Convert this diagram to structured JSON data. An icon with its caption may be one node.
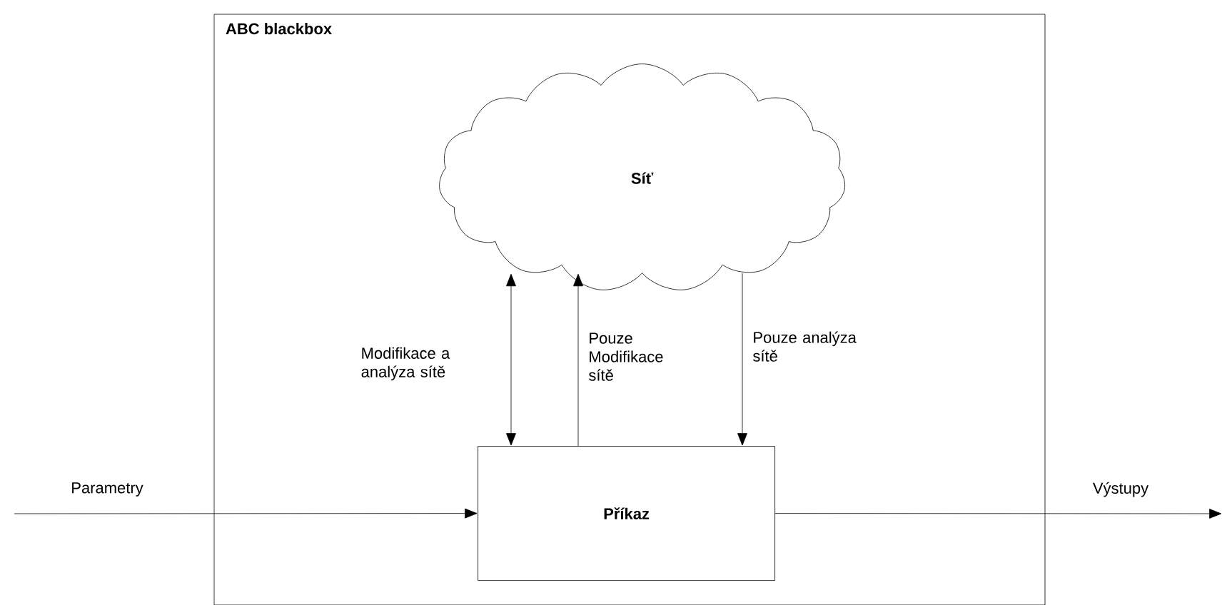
{
  "diagram": {
    "nodes": [
      {
        "text": [
          "ABC blackbox"
        ]
      },
      {
        "text": [
          "Síť"
        ],
        "in": 0
      },
      {
        "text": [
          "Příkaz"
        ],
        "in": 0
      }
    ],
    "edges": [
      {
        "from": null,
        "to": 2,
        "arrow": "to",
        "label": "Parametry"
      },
      {
        "from": 2,
        "to": null,
        "arrow": "to",
        "label": "Výstupy"
      },
      {
        "from": 1,
        "to": 2,
        "arrow": "both",
        "label": "Modifikace a analýza sítě"
      },
      {
        "from": 2,
        "to": 1,
        "arrow": "to",
        "label": "Pouze Modifikace sítě"
      },
      {
        "from": 1,
        "to": 2,
        "arrow": "to",
        "label": "Pouze analýza sítě"
      }
    ]
  }
}
